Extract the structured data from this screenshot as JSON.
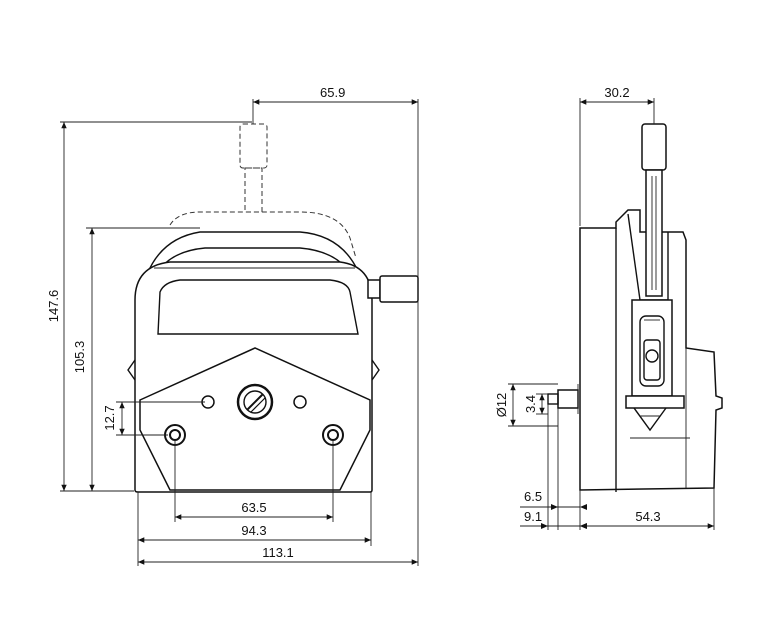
{
  "dimensions": {
    "top_offset": "65.9",
    "total_height": "147.6",
    "body_height": "105.3",
    "port_offset": "12.7",
    "port_spacing": "63.5",
    "base_width": "94.3",
    "total_width": "113.1",
    "side_top": "30.2",
    "tube_dia": "Ø12",
    "tube_inner": "3.4",
    "side_6_5": "6.5",
    "side_9_1": "9.1",
    "side_depth": "54.3"
  }
}
